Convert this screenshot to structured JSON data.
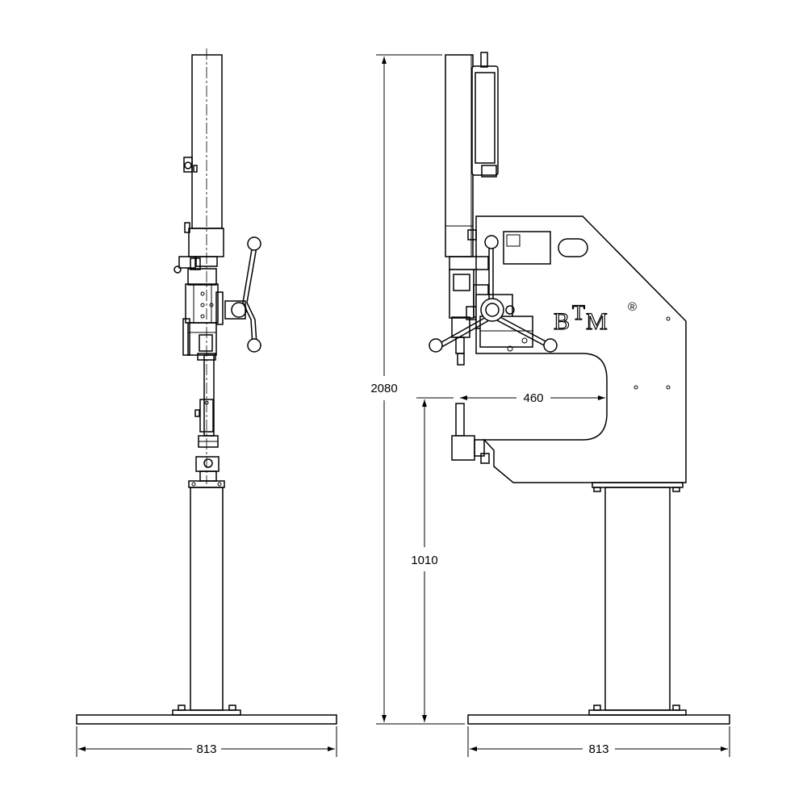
{
  "dimensions": {
    "front_base_width": "813",
    "side_base_width": "813",
    "overall_height": "2080",
    "table_height": "1010",
    "throat_depth": "460"
  },
  "logo": {
    "letter_b": "B",
    "letter_t": "T",
    "letter_m": "M",
    "registered": "®"
  }
}
